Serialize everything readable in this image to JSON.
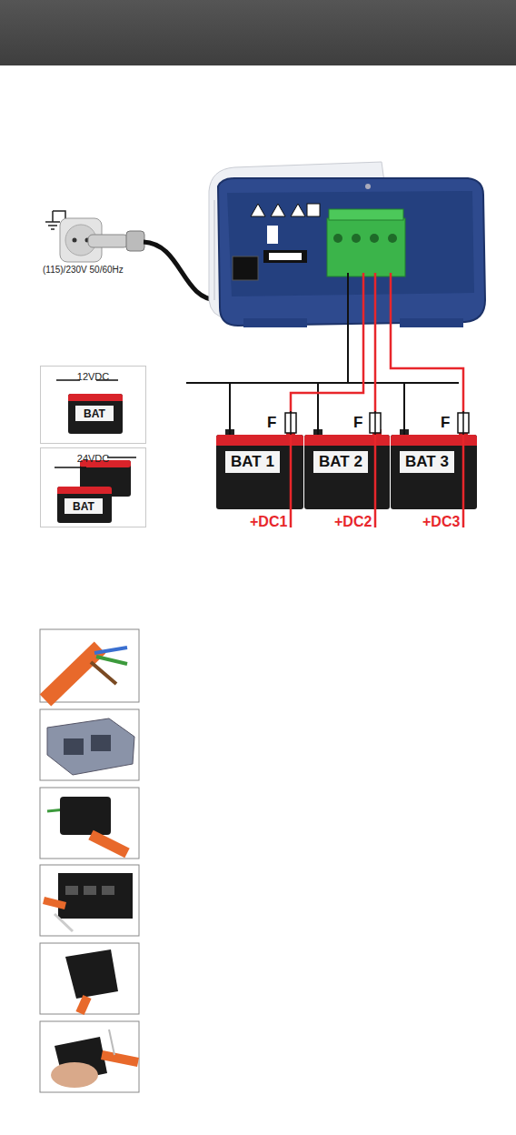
{
  "diagram": {
    "nodes": [
      {
        "text": [
          "12VDC"
        ]
      },
      {
        "text": [
          "BAT"
        ],
        "in": 0
      },
      {
        "text": [
          "24VDC"
        ]
      },
      {
        "text": [
          "BAT"
        ],
        "in": 2
      },
      {
        "text": [
          "BAT 1"
        ]
      },
      {
        "text": [
          "BAT 2"
        ]
      },
      {
        "text": [
          "BAT 3"
        ]
      }
    ],
    "edges": [
      {
        "from": 4,
        "to": 5,
        "arrow": "none"
      },
      {
        "from": 5,
        "to": 6,
        "arrow": "none"
      }
    ],
    "labels": [
      "(115)/230V 50/60Hz",
      "F",
      "F",
      "F",
      "+DC1",
      "+DC2",
      "+DC3"
    ]
  }
}
